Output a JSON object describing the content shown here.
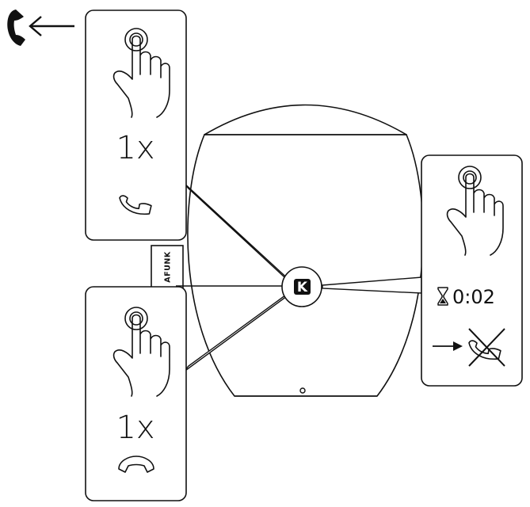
{
  "top_left": {
    "phone_icon": "phone-handset-icon",
    "arrow_icon": "arrow-left-icon"
  },
  "panel_answer": {
    "gesture_icon": "finger-press-icon",
    "count": "1x",
    "phone_icon": "phone-answer-icon"
  },
  "panel_hangup": {
    "gesture_icon": "finger-press-icon",
    "count": "1x",
    "phone_icon": "phone-hangup-icon"
  },
  "panel_reject": {
    "gesture_icon": "finger-press-icon",
    "hourglass_icon": "hourglass-icon",
    "timer": "0:02",
    "arrow_icon": "arrow-right-icon",
    "phone_icon": "phone-crossed-icon"
  },
  "speaker": {
    "logo": "K",
    "strap_label": "AFUNK"
  }
}
